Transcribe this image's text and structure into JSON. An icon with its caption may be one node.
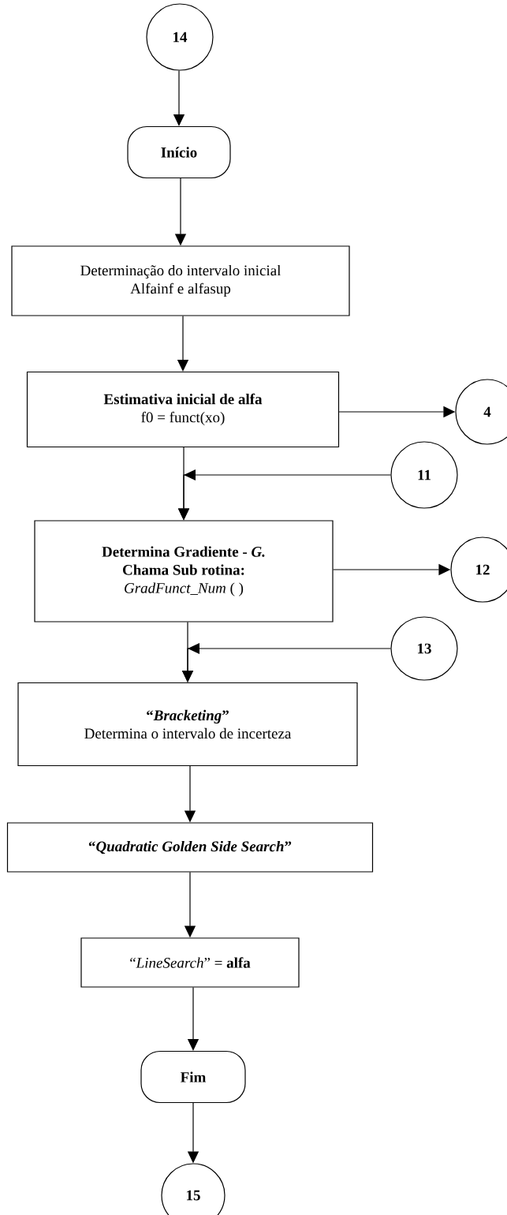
{
  "diagram": {
    "nodes": [
      {
        "text": [
          "14"
        ]
      },
      {
        "text": [
          "Início"
        ]
      },
      {
        "text": [
          "Determinação do intervalo inicial",
          "Alfainf e alfasup"
        ]
      },
      {
        "text": [
          "Estimativa inicial de alfa",
          "f0 = funct(xo)"
        ]
      },
      {
        "text": [
          "4"
        ]
      },
      {
        "text": [
          "11"
        ]
      },
      {
        "text": [
          "Determina Gradiente - *G.*",
          "Chama Sub rotina:",
          "*GradFunct_Num* ( )"
        ]
      },
      {
        "text": [
          "12"
        ]
      },
      {
        "text": [
          "13"
        ]
      },
      {
        "text": [
          "“*Bracketing*”",
          "Determina o intervalo de incerteza"
        ]
      },
      {
        "text": [
          "“*Quadratic Golden Side Search*”"
        ]
      },
      {
        "text": [
          "“*LineSearch*” = **alfa**"
        ]
      },
      {
        "text": [
          "Fim"
        ]
      },
      {
        "text": [
          "15"
        ]
      }
    ],
    "edges": [
      {
        "from": 0,
        "to": 1,
        "arrow": "to"
      },
      {
        "from": 1,
        "to": 2,
        "arrow": "to"
      },
      {
        "from": 2,
        "to": 3,
        "arrow": "to"
      },
      {
        "from": 3,
        "to": 4,
        "arrow": "to"
      },
      {
        "from": 3,
        "to": 6,
        "arrow": "to"
      },
      {
        "from": 5,
        "to": 6,
        "arrow": "to"
      },
      {
        "from": 6,
        "to": 7,
        "arrow": "to"
      },
      {
        "from": 6,
        "to": 9,
        "arrow": "to"
      },
      {
        "from": 8,
        "to": 9,
        "arrow": "to"
      },
      {
        "from": 9,
        "to": 10,
        "arrow": "to"
      },
      {
        "from": 10,
        "to": 11,
        "arrow": "to"
      },
      {
        "from": 11,
        "to": 12,
        "arrow": "to"
      },
      {
        "from": 12,
        "to": 13,
        "arrow": "to"
      }
    ]
  }
}
